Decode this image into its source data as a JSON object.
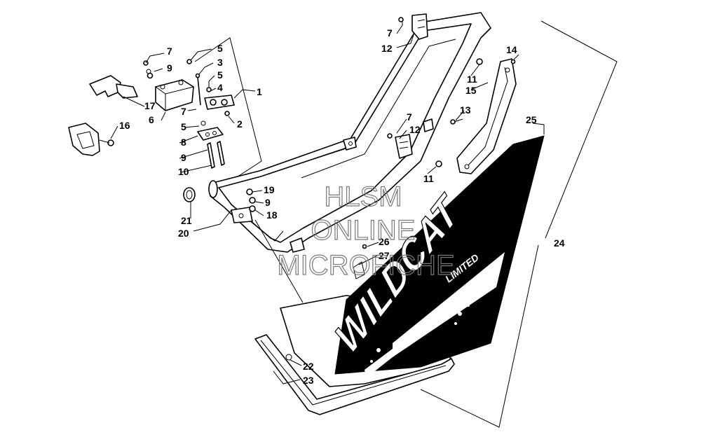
{
  "watermark": {
    "line1": "HLSM",
    "line2": "ONLINE",
    "line3": "MICROFICHE"
  },
  "decal": {
    "brand": "WILDCAT",
    "series": "LIMITED"
  },
  "callouts": [
    {
      "id": "c1",
      "label": "1"
    },
    {
      "id": "c2",
      "label": "2"
    },
    {
      "id": "c3",
      "label": "3"
    },
    {
      "id": "c4",
      "label": "4"
    },
    {
      "id": "c5a",
      "label": "5"
    },
    {
      "id": "c5b",
      "label": "5"
    },
    {
      "id": "c5c",
      "label": "5"
    },
    {
      "id": "c6",
      "label": "6"
    },
    {
      "id": "c7a",
      "label": "7"
    },
    {
      "id": "c7b",
      "label": "7"
    },
    {
      "id": "c7c",
      "label": "7"
    },
    {
      "id": "c7d",
      "label": "7"
    },
    {
      "id": "c8",
      "label": "8"
    },
    {
      "id": "c9a",
      "label": "9"
    },
    {
      "id": "c9b",
      "label": "9"
    },
    {
      "id": "c9c",
      "label": "9"
    },
    {
      "id": "c10",
      "label": "10"
    },
    {
      "id": "c11a",
      "label": "11"
    },
    {
      "id": "c11b",
      "label": "11"
    },
    {
      "id": "c12a",
      "label": "12"
    },
    {
      "id": "c12b",
      "label": "12"
    },
    {
      "id": "c13",
      "label": "13"
    },
    {
      "id": "c14",
      "label": "14"
    },
    {
      "id": "c15",
      "label": "15"
    },
    {
      "id": "c16",
      "label": "16"
    },
    {
      "id": "c17",
      "label": "17"
    },
    {
      "id": "c18",
      "label": "18"
    },
    {
      "id": "c19",
      "label": "19"
    },
    {
      "id": "c20",
      "label": "20"
    },
    {
      "id": "c21",
      "label": "21"
    },
    {
      "id": "c22",
      "label": "22"
    },
    {
      "id": "c23",
      "label": "23"
    },
    {
      "id": "c24",
      "label": "24"
    },
    {
      "id": "c25",
      "label": "25"
    },
    {
      "id": "c26",
      "label": "26"
    },
    {
      "id": "c27",
      "label": "27"
    }
  ]
}
